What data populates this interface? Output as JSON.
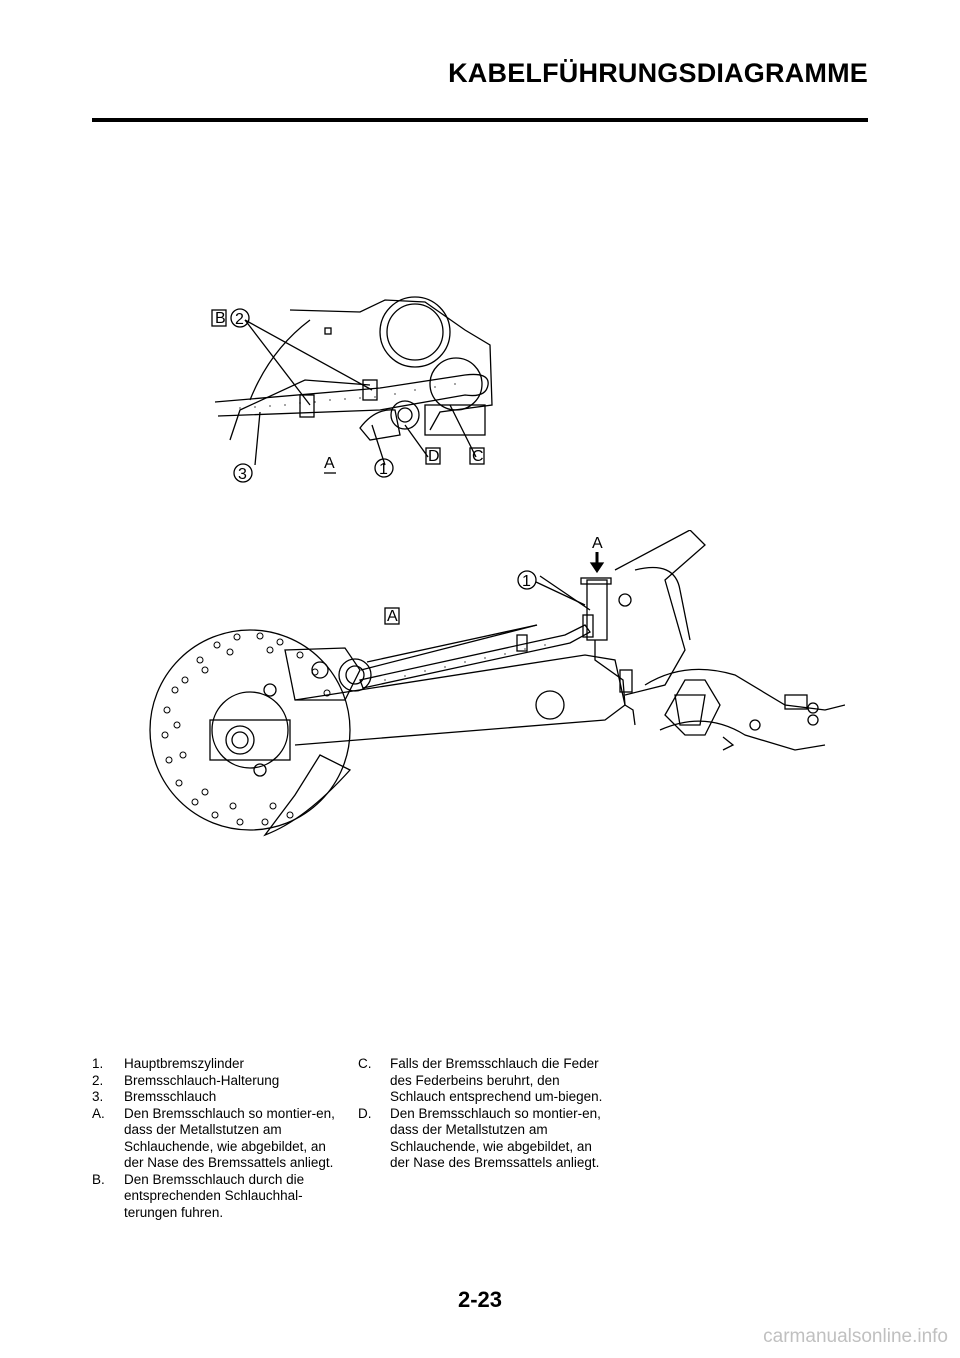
{
  "header": {
    "title": "KABELFÜHRUNGSDIAGRAMME"
  },
  "figure1": {
    "callouts": {
      "n1": "1",
      "n2": "2",
      "n3": "3",
      "a": "A",
      "b": "B",
      "c": "C",
      "d": "D"
    }
  },
  "figure2": {
    "callouts": {
      "n1": "1",
      "a_arrow": "A",
      "a_box": "A"
    }
  },
  "legend": {
    "col1": [
      {
        "key": "1.",
        "text": "Hauptbremszylinder"
      },
      {
        "key": "2.",
        "text": "Bremsschlauch-Halterung"
      },
      {
        "key": "3.",
        "text": "Bremsschlauch"
      },
      {
        "key": "A.",
        "text": "Den Bremsschlauch so montier-en, dass der Metallstutzen am Schlauchende, wie abgebildet, an der Nase des Bremssattels anliegt."
      },
      {
        "key": "B.",
        "text": "Den Bremsschlauch durch die entsprechenden Schlauchhal-terungen fuhren."
      }
    ],
    "col2": [
      {
        "key": "C.",
        "text": "Falls der Bremsschlauch die Feder des Federbeins beruhrt, den Schlauch entsprechend um-biegen."
      },
      {
        "key": "D.",
        "text": "Den Bremsschlauch so montier-en, dass der Metallstutzen am Schlauchende, wie abgebildet, an der Nase des Bremssattels anliegt."
      }
    ]
  },
  "footer": {
    "page_number": "2-23",
    "watermark": "carmanualsonline.info"
  }
}
